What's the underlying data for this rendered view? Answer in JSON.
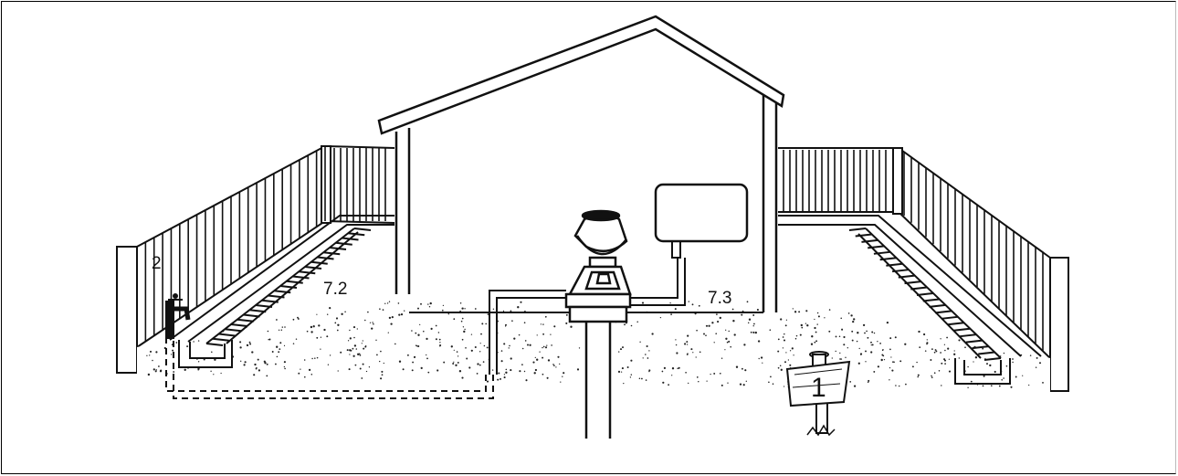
{
  "figure": {
    "labels": {
      "left_zone": "2",
      "left_drain": "7.2",
      "right_drain": "7.3",
      "sign": "1"
    },
    "colors": {
      "line": "#111111",
      "background": "#ffffff",
      "frame": "#000000"
    }
  }
}
